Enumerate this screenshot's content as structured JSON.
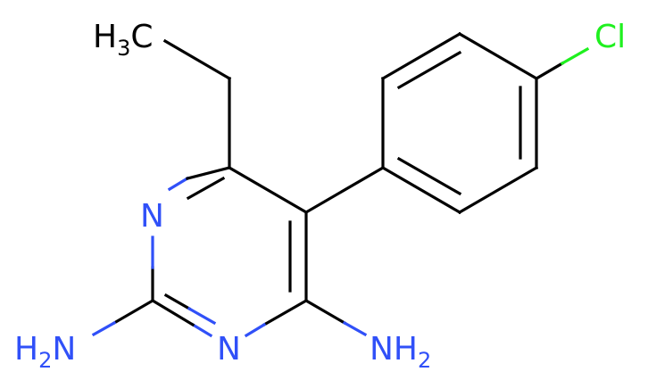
{
  "molecule": {
    "atoms": {
      "methyl": {
        "main": "H",
        "sub": "3",
        "tail": "C",
        "color": "#000000"
      },
      "n_ring_top": {
        "label": "N",
        "color": "#3050F8"
      },
      "n_ring_bottom": {
        "label": "N",
        "color": "#3050F8"
      },
      "amine_left": {
        "main": "H",
        "sub": "2",
        "tail": "N",
        "color": "#3050F8"
      },
      "amine_right": {
        "main": "NH",
        "sub": "2",
        "color": "#3050F8"
      },
      "chlorine": {
        "label": "Cl",
        "color": "#1FF01F"
      }
    }
  }
}
